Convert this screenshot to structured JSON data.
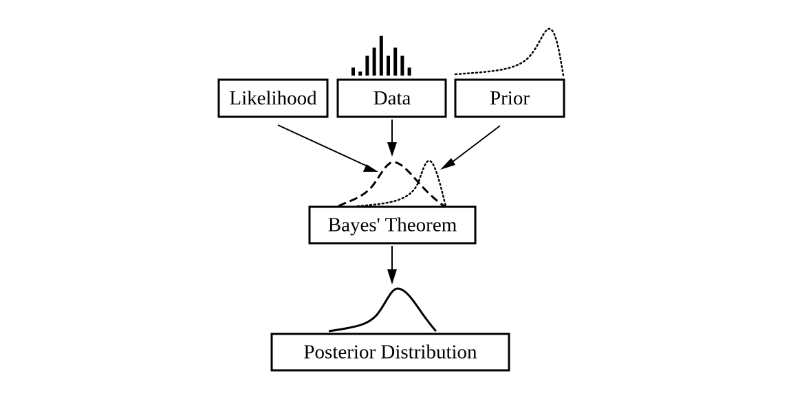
{
  "nodes": {
    "likelihood": {
      "label": "Likelihood"
    },
    "data": {
      "label": "Data"
    },
    "prior": {
      "label": "Prior"
    },
    "bayes": {
      "label": "Bayes' Theorem"
    },
    "posterior": {
      "label": "Posterior Distribution"
    }
  },
  "edges": [
    {
      "from": "likelihood",
      "to": "bayes"
    },
    {
      "from": "data",
      "to": "bayes"
    },
    {
      "from": "prior",
      "to": "bayes"
    },
    {
      "from": "bayes",
      "to": "posterior"
    }
  ],
  "glyphs": {
    "data_histogram": {
      "style": "solid-bars",
      "bar_values": [
        2,
        1,
        5,
        7,
        10,
        5,
        7,
        5,
        2
      ]
    },
    "prior_curve": {
      "style": "dotted"
    },
    "likelihood_curve": {
      "style": "dashed"
    },
    "posterior_curve": {
      "style": "solid"
    }
  },
  "colors": {
    "stroke": "#000000",
    "background": "#ffffff"
  }
}
